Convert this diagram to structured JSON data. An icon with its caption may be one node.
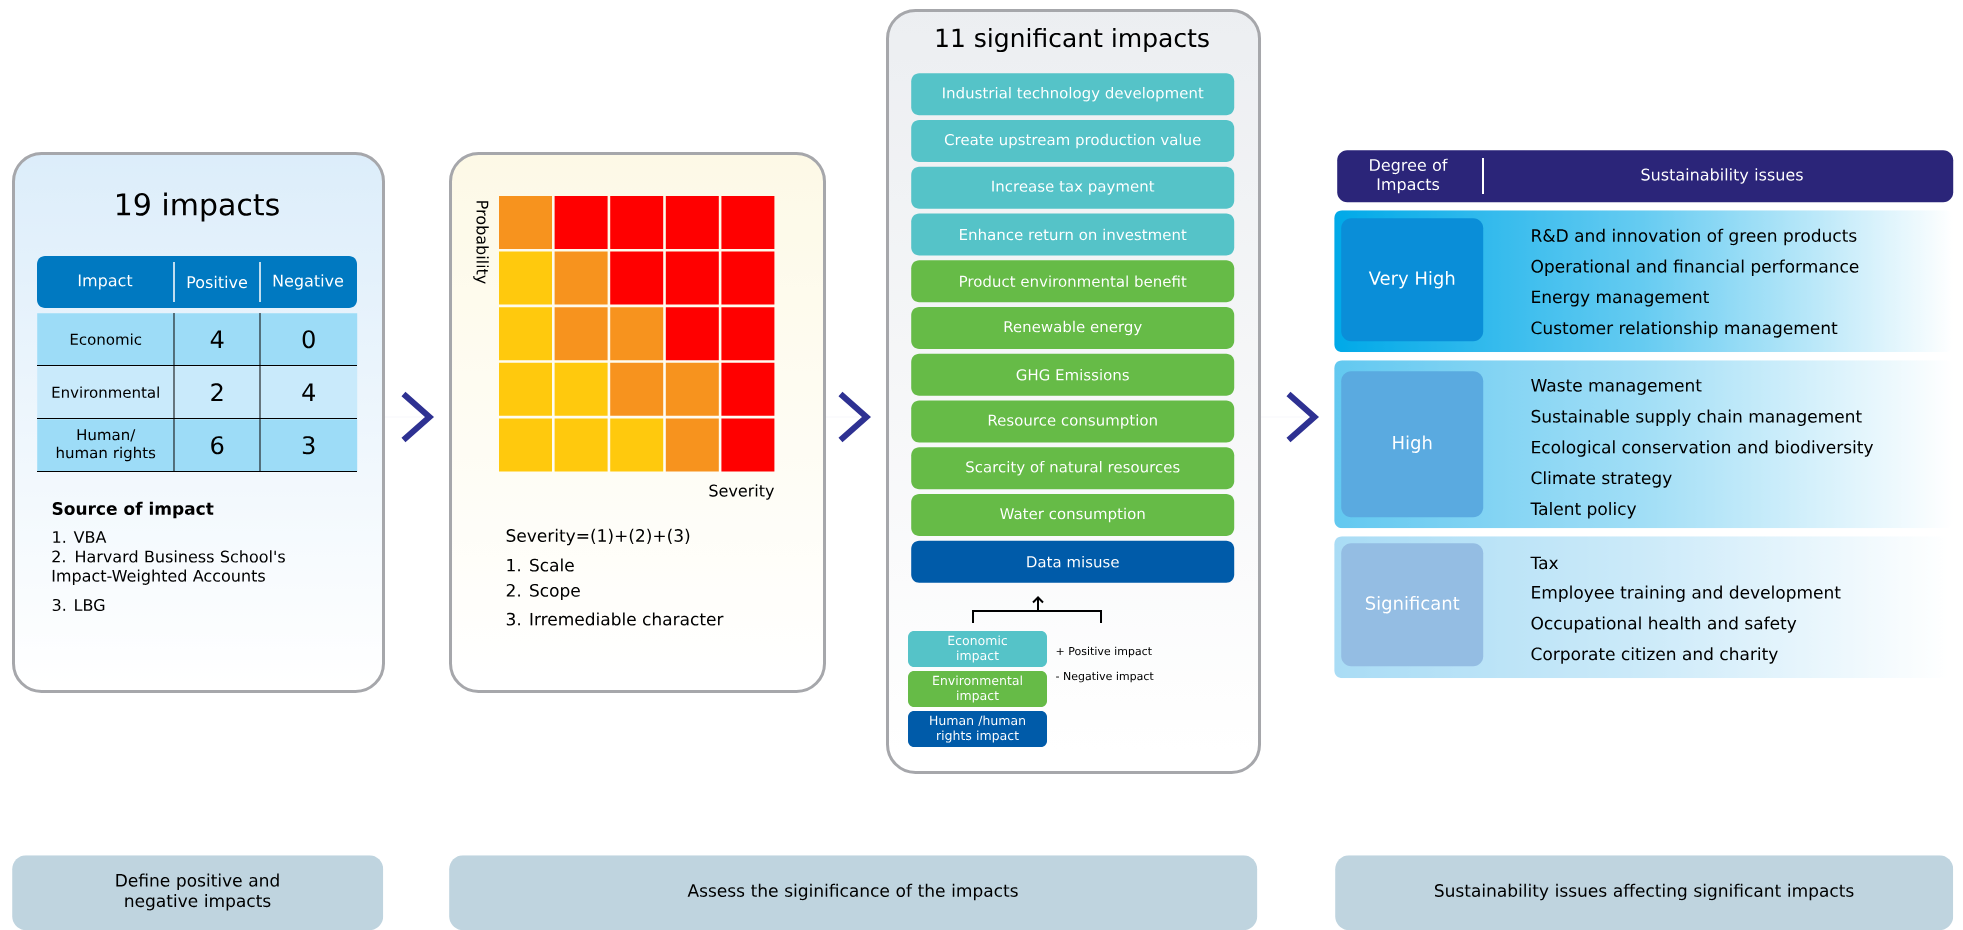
{
  "diagram": {
    "nodes": [
      {
        "text": [
          "19 impacts"
        ]
      },
      {
        "text": [],
        "shape": "box"
      },
      {
        "text": [
          "11 significant impacts"
        ]
      },
      {
        "text": [
          "Industrial technology development"
        ],
        "in": 2
      },
      {
        "text": [
          "Create upstream production value"
        ],
        "in": 2
      },
      {
        "text": [
          "Increase tax payment"
        ],
        "in": 2
      },
      {
        "text": [
          "Enhance return on investment"
        ],
        "in": 2
      },
      {
        "text": [
          "Product environmental benefit"
        ],
        "in": 2
      },
      {
        "text": [
          "Renewable energy"
        ],
        "in": 2
      },
      {
        "text": [
          "GHG Emissions"
        ],
        "in": 2
      },
      {
        "text": [
          "Resource consumption"
        ],
        "in": 2
      },
      {
        "text": [
          "Scarcity of natural resources"
        ],
        "in": 2
      },
      {
        "text": [
          "Water consumption"
        ],
        "in": 2
      },
      {
        "text": [
          "Data misuse"
        ],
        "in": 2
      },
      {
        "text": [
          "Degree of Impacts",
          "Sustainability issues"
        ]
      },
      {
        "text": [
          "R&D and innovation of green products",
          "Operational and financial performance",
          "Energy management",
          "Customer relationship management"
        ]
      },
      {
        "text": [
          "Very High"
        ],
        "in": 15
      },
      {
        "text": [
          "Waste management",
          "Sustainable supply chain management",
          "Ecological conservation and biodiversity",
          "Climate strategy",
          "Talent policy"
        ]
      },
      {
        "text": [
          "High"
        ],
        "in": 17
      },
      {
        "text": [
          "Tax",
          "Employee training and development",
          "Occupational health and safety",
          "Corporate citizen and charity"
        ]
      },
      {
        "text": [
          "Significant"
        ],
        "in": 19
      },
      {
        "text": [
          "Define positive and negative impacts"
        ]
      },
      {
        "text": [
          "Assess the siginificance of the impacts"
        ]
      },
      {
        "text": [
          "Sustainability issues affecting significant impacts"
        ]
      }
    ],
    "edges": [
      {
        "from": 0,
        "to": 1,
        "arrow": "to"
      },
      {
        "from": 1,
        "to": 2,
        "arrow": "to"
      },
      {
        "from": 2,
        "to": 17,
        "arrow": "to"
      }
    ],
    "labels": [
      "Impact",
      "Positive",
      "Negative",
      "Economic",
      "4",
      "0",
      "Environmental",
      "2",
      "4",
      "Human/ human rights",
      "6",
      "3",
      "Source of impact",
      "1. VBA",
      "2. Harvard Business School's Impact-Weighted Accounts",
      "3. LBG",
      "Probability",
      "Severity",
      "Severity=(1)+(2)+(3)",
      "1.  Scale",
      "2. Scope",
      "3. Irremediable character",
      "+ Positive impact",
      "- Negative impact"
    ],
    "legend": [
      {
        "text": "Economic impact",
        "color": "#55c3c8"
      },
      {
        "text": "Environmental impact",
        "color": "#66bb47"
      },
      {
        "text": "Human /human rights impact",
        "color": "#005ba9"
      }
    ]
  }
}
